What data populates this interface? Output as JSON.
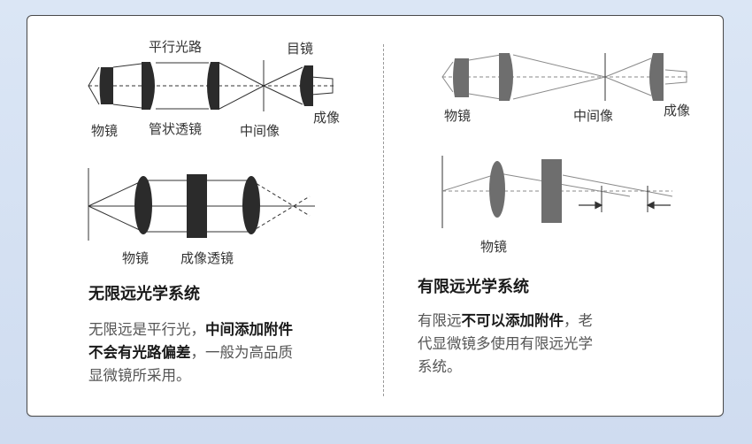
{
  "left": {
    "top_diagram": {
      "label_parallel_light": "平行光路",
      "label_eyepiece": "目镜",
      "label_objective": "物镜",
      "label_tube_lens": "管状透镜",
      "label_intermediate_image": "中间像",
      "label_imaging": "成像"
    },
    "bottom_diagram": {
      "label_objective": "物镜",
      "label_imaging_lens": "成像透镜"
    },
    "heading": "无限远光学系统",
    "desc_line1_a": "无限远是平行光，",
    "desc_line1_b": "中间添加附件",
    "desc_line2_b": "不会有光路偏差",
    "desc_line2_a": "，一般为高品质",
    "desc_line3": "显微镜所采用。"
  },
  "right": {
    "top_diagram": {
      "label_objective": "物镜",
      "label_intermediate_image": "中间像",
      "label_imaging": "成像"
    },
    "bottom_diagram": {
      "label_objective": "物镜"
    },
    "heading": "有限远光学系统",
    "desc_line1_a": "有限远",
    "desc_line1_b": "不可以添加附件",
    "desc_line1_c": "，老",
    "desc_line2": "代显微镜多使用有限远光学",
    "desc_line3": "系统。"
  },
  "colors": {
    "background": "#d6e2f3",
    "lens_dark": "#2b2b2b",
    "lens_gray": "#6e6e6e",
    "text_heading": "#1a1a1a",
    "text_body": "#555555"
  }
}
